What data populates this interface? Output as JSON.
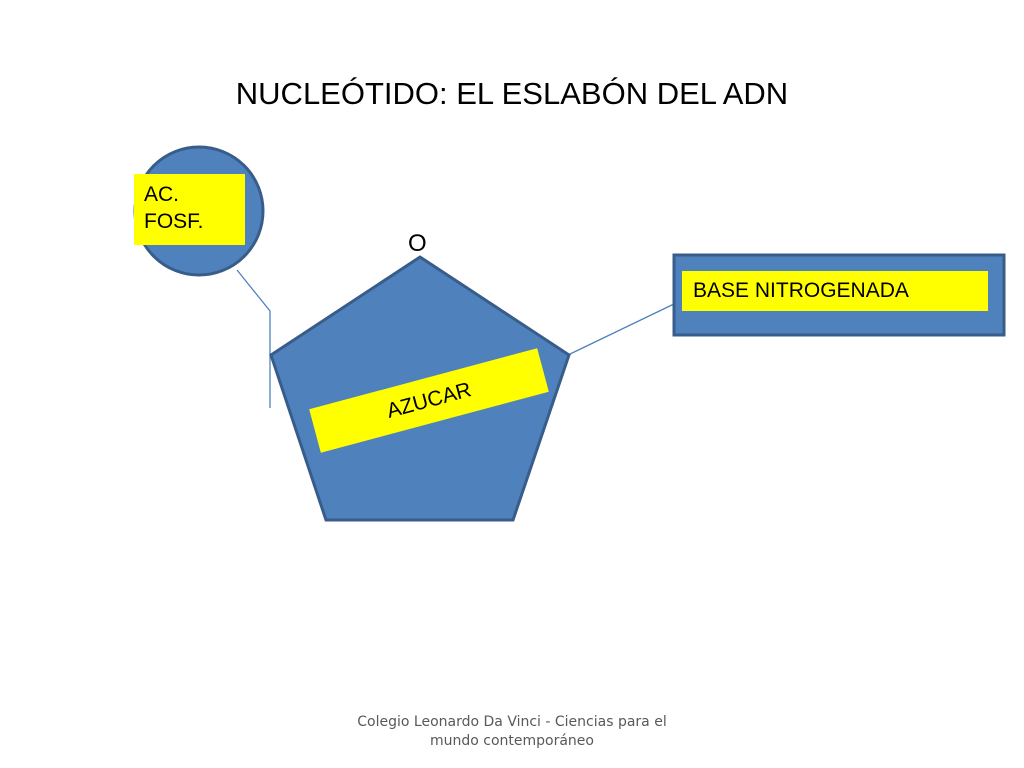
{
  "title": "NUCLEÓTIDO: EL ESLABÓN DEL ADN",
  "phosphate": {
    "line1": "AC.",
    "line2": "FOSF."
  },
  "sugar": {
    "label": "AZUCAR",
    "oxygen": "O"
  },
  "base": {
    "label": "BASE NITROGENADA"
  },
  "footer": {
    "line1": "Colegio Leonardo Da Vinci - Ciencias para el",
    "line2": "mundo contemporáneo"
  },
  "colors": {
    "shape_fill": "#4f81bd",
    "shape_stroke": "#385d8a",
    "label_fill": "#ffff00"
  }
}
